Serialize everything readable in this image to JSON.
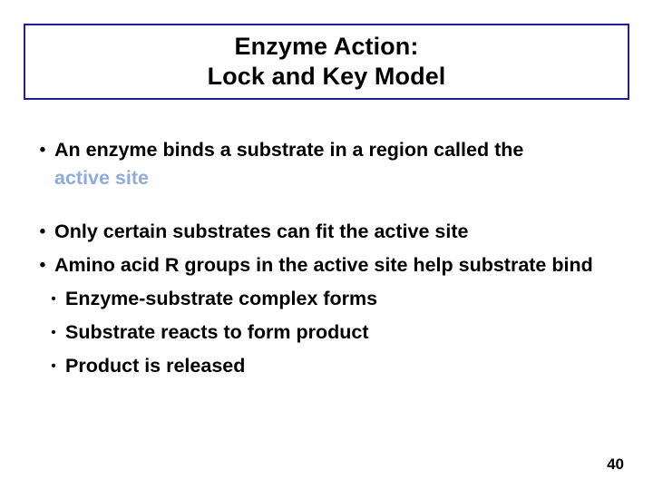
{
  "slide": {
    "title": {
      "line1": "Enzyme Action:",
      "line2": "Lock and Key Model"
    },
    "bullets": [
      {
        "level": 1,
        "marker": "•",
        "text": "An enzyme binds a substrate in a region called the",
        "continuation": "active site",
        "continuation_color": "#8faadc"
      },
      {
        "level": 1,
        "marker": "•",
        "text": "Only certain substrates can fit the active site"
      },
      {
        "level": 1,
        "marker": "•",
        "text": "Amino acid R groups in the active site help substrate bind"
      },
      {
        "level": 2,
        "marker": "•",
        "text": "Enzyme-substrate complex forms"
      },
      {
        "level": 2,
        "marker": "•",
        "text": "Substrate reacts to form product"
      },
      {
        "level": 2,
        "marker": "•",
        "text": "Product is released"
      }
    ],
    "page_number": "40",
    "border_color": "#1f1f8f"
  }
}
